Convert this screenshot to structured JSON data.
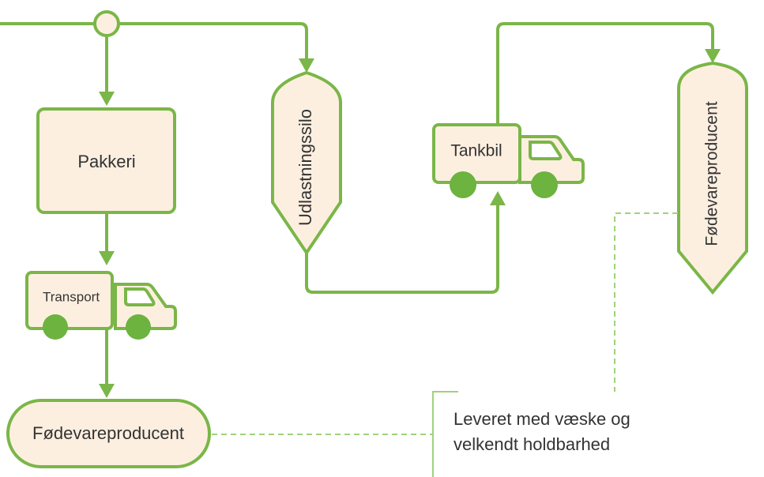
{
  "nodes": {
    "pakkeri": "Pakkeri",
    "transport": "Transport",
    "producer_bottom": "Fødevareproducent",
    "silo": "Udlastningssilo",
    "tanker": "Tankbil",
    "producer_right": "Fødevareproducent"
  },
  "annotation": {
    "line1": "Leveret med væske og",
    "line2": "velkendt holdbarhed"
  },
  "colors": {
    "stroke": "#7ab648",
    "fill": "#fdefe0",
    "wheel": "#6cb33f",
    "dashed": "#9fd27a",
    "text": "#333333"
  }
}
